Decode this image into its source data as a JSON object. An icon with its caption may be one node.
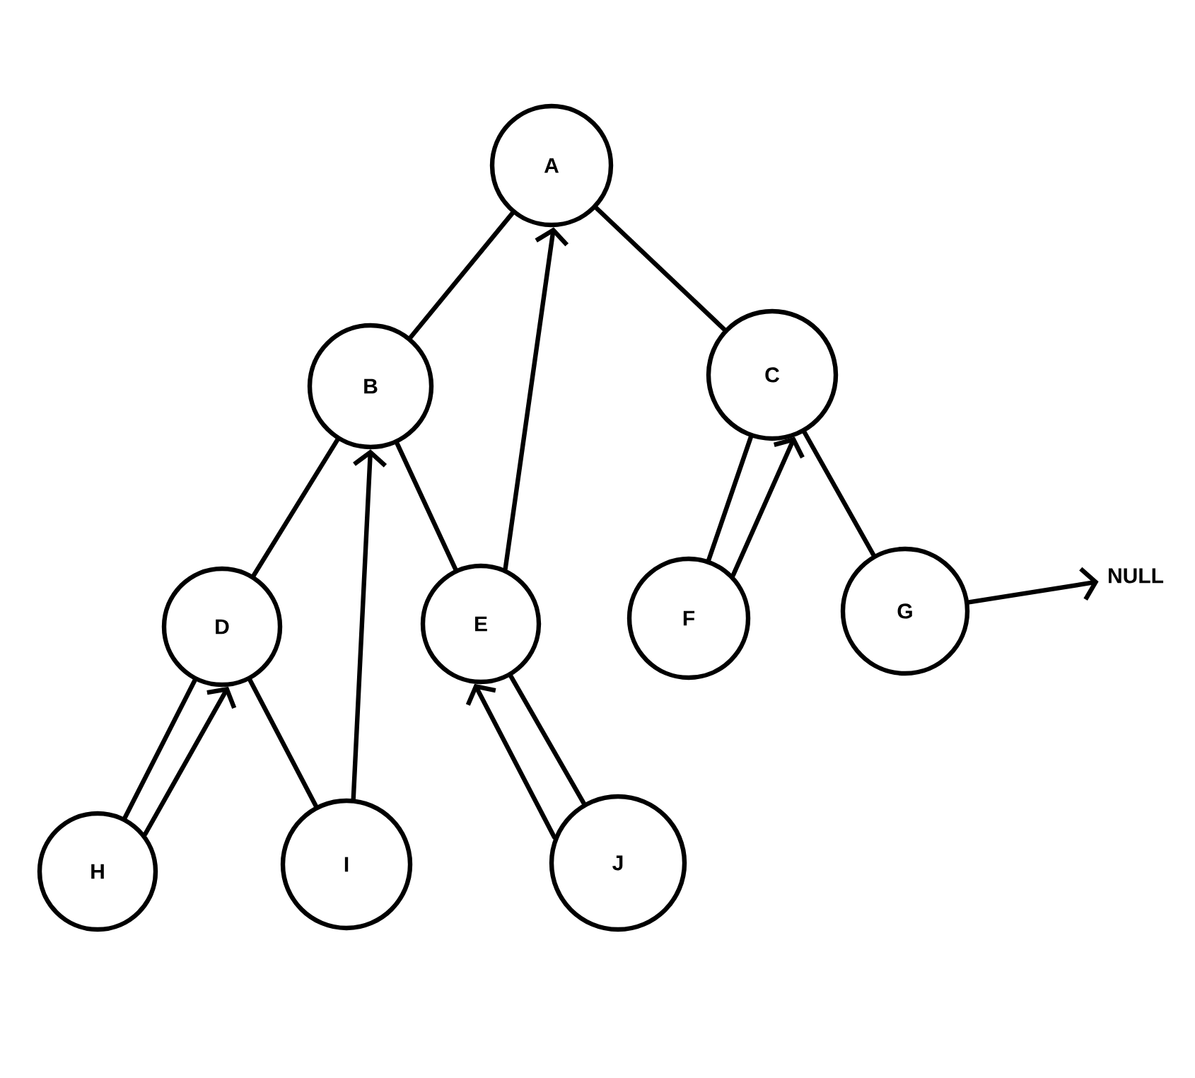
{
  "diagram": {
    "nodes": [
      {
        "text": [
          "A"
        ]
      },
      {
        "text": [
          "B"
        ]
      },
      {
        "text": [
          "C"
        ]
      },
      {
        "text": [
          "D"
        ]
      },
      {
        "text": [
          "E"
        ]
      },
      {
        "text": [
          "F"
        ]
      },
      {
        "text": [
          "G"
        ]
      },
      {
        "text": [
          "H"
        ]
      },
      {
        "text": [
          "I"
        ]
      },
      {
        "text": [
          "J"
        ]
      },
      {
        "text": [
          "NULL"
        ]
      }
    ],
    "edges": [
      {
        "from": 0,
        "to": 1,
        "arrow": "none"
      },
      {
        "from": 0,
        "to": 2,
        "arrow": "none"
      },
      {
        "from": 1,
        "to": 3,
        "arrow": "none"
      },
      {
        "from": 1,
        "to": 4,
        "arrow": "none"
      },
      {
        "from": 2,
        "to": 5,
        "arrow": "none"
      },
      {
        "from": 2,
        "to": 6,
        "arrow": "none"
      },
      {
        "from": 3,
        "to": 7,
        "arrow": "none"
      },
      {
        "from": 3,
        "to": 8,
        "arrow": "none"
      },
      {
        "from": 4,
        "to": 9,
        "arrow": "none"
      },
      {
        "from": 7,
        "to": 3,
        "arrow": "to"
      },
      {
        "from": 8,
        "to": 1,
        "arrow": "to"
      },
      {
        "from": 4,
        "to": 0,
        "arrow": "to"
      },
      {
        "from": 9,
        "to": 4,
        "arrow": "to"
      },
      {
        "from": 5,
        "to": 2,
        "arrow": "to"
      },
      {
        "from": 6,
        "to": 10,
        "arrow": "to"
      }
    ]
  }
}
